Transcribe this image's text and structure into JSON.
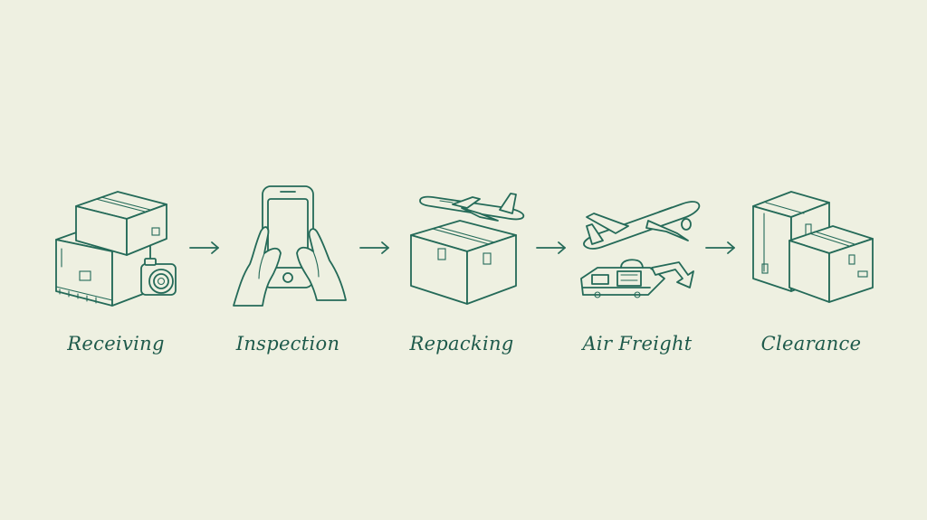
{
  "steps": [
    {
      "id": "receiving",
      "label": "Receiving",
      "icon": "boxes-camera-icon"
    },
    {
      "id": "inspection",
      "label": "Inspection",
      "icon": "smartphone-hands-icon"
    },
    {
      "id": "repacking",
      "label": "Repacking",
      "icon": "box-airplane-icon"
    },
    {
      "id": "air-freight",
      "label": "Air Freight",
      "icon": "airplane-cargo-icon"
    },
    {
      "id": "clearance",
      "label": "Clearance",
      "icon": "stacked-boxes-icon"
    }
  ],
  "colors": {
    "background": "#eef0e1",
    "line": "#246a58",
    "text": "#1e5a4b"
  }
}
